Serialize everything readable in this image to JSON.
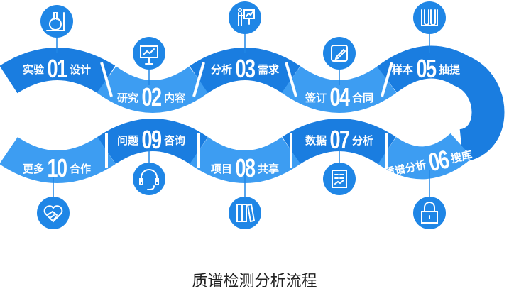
{
  "title": "质谱检测分析流程",
  "colors": {
    "dark": "#1a7de0",
    "light": "#3d9df2",
    "icon": "#1f86e6"
  },
  "steps": [
    {
      "num": "01",
      "left": "实验",
      "right": "设计",
      "icon": "flask-icon"
    },
    {
      "num": "02",
      "left": "研究",
      "right": "内容",
      "icon": "presentation-chart-icon"
    },
    {
      "num": "03",
      "left": "分析",
      "right": "需求",
      "icon": "presenter-board-icon"
    },
    {
      "num": "04",
      "left": "签订",
      "right": "合同",
      "icon": "edit-icon"
    },
    {
      "num": "05",
      "left": "样本",
      "right": "抽提",
      "icon": "test-tubes-icon"
    },
    {
      "num": "06",
      "left": "质谱分析",
      "right": "搜库",
      "icon": "lock-icon"
    },
    {
      "num": "07",
      "left": "数据",
      "right": "分析",
      "icon": "report-icon"
    },
    {
      "num": "08",
      "left": "项目",
      "right": "共享",
      "icon": "binders-icon"
    },
    {
      "num": "09",
      "left": "问题",
      "right": "咨询",
      "icon": "headset-icon"
    },
    {
      "num": "10",
      "left": "更多",
      "right": "合作",
      "icon": "handshake-heart-icon"
    }
  ]
}
